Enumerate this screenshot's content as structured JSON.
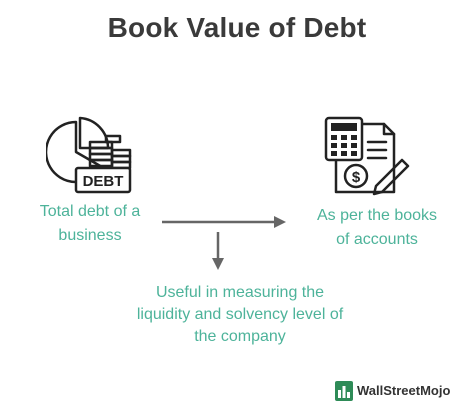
{
  "title": "Book Value of Debt",
  "left": {
    "icon": "debt-pie-coins-icon",
    "badge_text": "DEBT",
    "line1": "Total debt of a",
    "line2": "business"
  },
  "right": {
    "icon": "calculator-invoice-icon",
    "line1": "As per the books",
    "line2": "of accounts"
  },
  "bottom": {
    "line1": "Useful in measuring the",
    "line2": "liquidity and solvency level of",
    "line3": "the company"
  },
  "logo": {
    "text": "WallStreetMojo",
    "icon": "wallstreetmojo-logo-icon"
  },
  "colors": {
    "accent": "#4db39a",
    "title": "#3a3a3a",
    "arrow": "#666666",
    "icon": "#222222",
    "logo_green": "#2e8b57"
  }
}
